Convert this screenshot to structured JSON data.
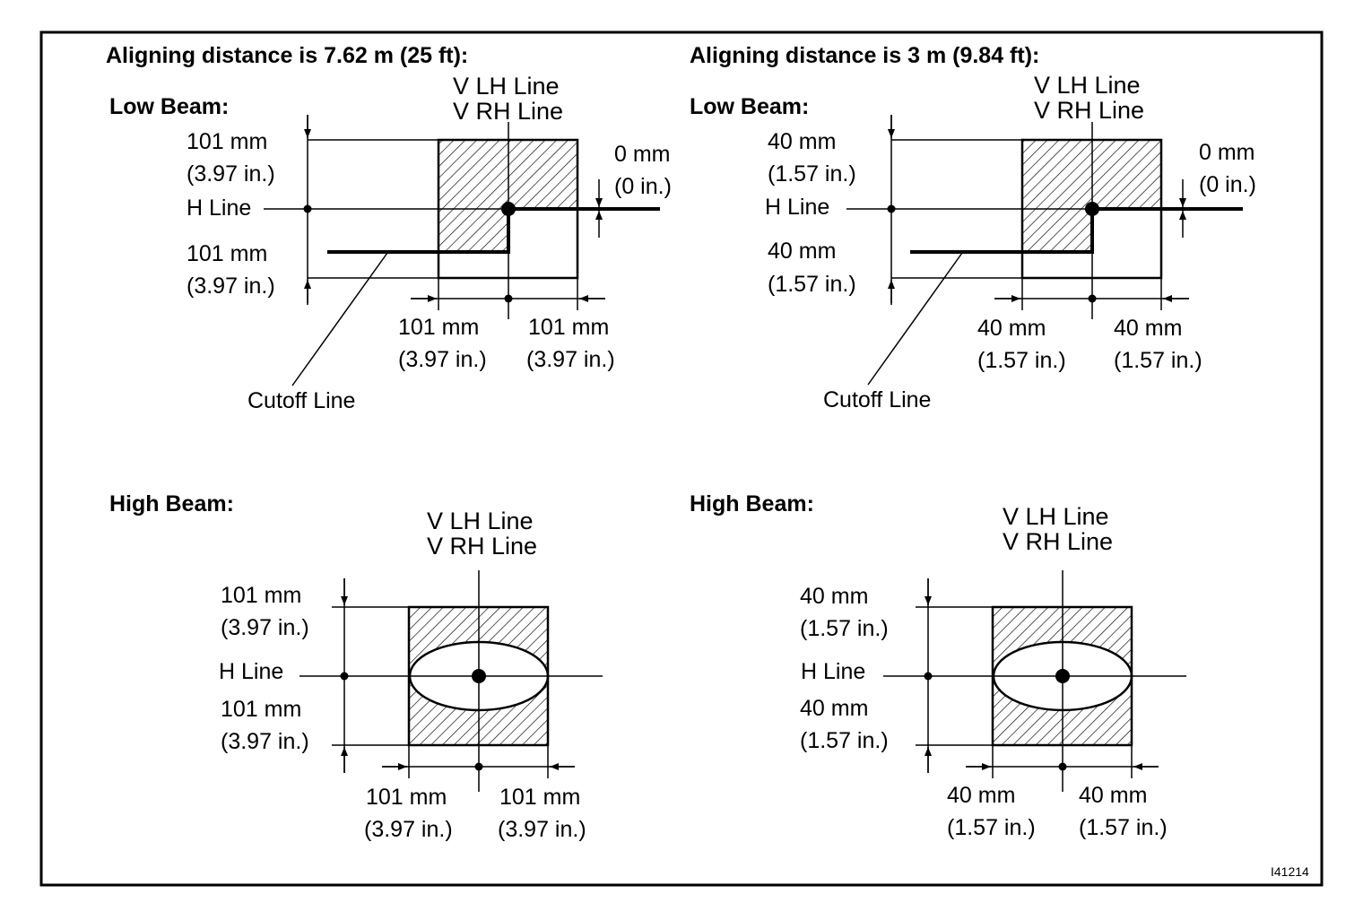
{
  "colors": {
    "ink": "#000000",
    "background": "#ffffff"
  },
  "figure_id": "I41214",
  "panels": {
    "far": {
      "heading": "Aligning distance is 7.62 m (25 ft):",
      "low_beam": {
        "title": "Low Beam:",
        "v_lh": "V LH Line",
        "v_rh": "V RH Line",
        "up_mm": "101 mm",
        "up_in": "(3.97 in.)",
        "h_line": "H Line",
        "down_mm": "101 mm",
        "down_in": "(3.97 in.)",
        "right_mm": "0 mm",
        "right_in": "(0 in.)",
        "bl_mm": "101 mm",
        "bl_in": "(3.97 in.)",
        "br_mm": "101 mm",
        "br_in": "(3.97 in.)",
        "cutoff": "Cutoff Line"
      },
      "high_beam": {
        "title": "High Beam:",
        "v_lh": "V LH Line",
        "v_rh": "V RH Line",
        "up_mm": "101 mm",
        "up_in": "(3.97 in.)",
        "h_line": "H Line",
        "down_mm": "101 mm",
        "down_in": "(3.97 in.)",
        "bl_mm": "101 mm",
        "bl_in": "(3.97 in.)",
        "br_mm": "101 mm",
        "br_in": "(3.97 in.)"
      }
    },
    "near": {
      "heading": "Aligning distance is 3 m (9.84 ft):",
      "low_beam": {
        "title": "Low Beam:",
        "v_lh": "V LH Line",
        "v_rh": "V RH Line",
        "up_mm": "40 mm",
        "up_in": "(1.57 in.)",
        "h_line": "H Line",
        "down_mm": "40 mm",
        "down_in": "(1.57 in.)",
        "right_mm": "0 mm",
        "right_in": "(0 in.)",
        "bl_mm": "40 mm",
        "bl_in": "(1.57 in.)",
        "br_mm": "40 mm",
        "br_in": "(1.57 in.)",
        "cutoff": "Cutoff Line"
      },
      "high_beam": {
        "title": "High Beam:",
        "v_lh": "V LH Line",
        "v_rh": "V RH Line",
        "up_mm": "40 mm",
        "up_in": "(1.57 in.)",
        "h_line": "H Line",
        "down_mm": "40 mm",
        "down_in": "(1.57 in.)",
        "bl_mm": "40 mm",
        "bl_in": "(1.57 in.)",
        "br_mm": "40 mm",
        "br_in": "(1.57 in.)"
      }
    }
  }
}
